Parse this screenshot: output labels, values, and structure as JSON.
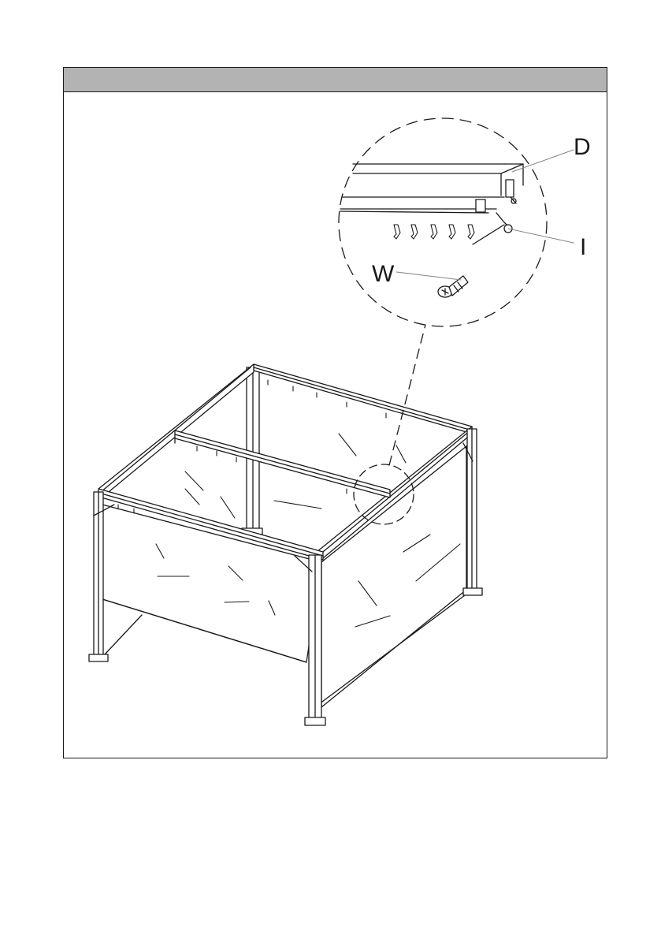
{
  "header": {
    "title": ""
  },
  "callouts": {
    "D": "D",
    "I": "I",
    "W": "W"
  },
  "colors": {
    "header_fill": "#b3b3b3",
    "line": "#1a1a1a",
    "leader": "#888888"
  }
}
